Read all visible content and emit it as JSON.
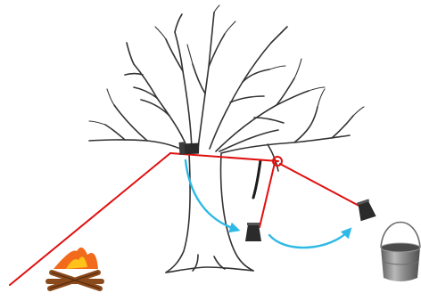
{
  "scene": {
    "objects": [
      {
        "id": "tree",
        "icon": "bare-tree-icon"
      },
      {
        "id": "campfire",
        "icon": "campfire-icon"
      },
      {
        "id": "bucket",
        "icon": "metal-bucket-icon"
      },
      {
        "id": "pulley",
        "icon": "pulley-wheel-icon"
      },
      {
        "id": "cup-on-branch",
        "icon": "cup-icon"
      },
      {
        "id": "cup-hanging",
        "icon": "cup-icon"
      },
      {
        "id": "cup-right",
        "icon": "cup-icon"
      }
    ],
    "colors": {
      "rope": "#e01010",
      "motion_arrow": "#2db8e6",
      "tree_outline": "#333333",
      "cup": "#2b2b2b",
      "fire_wood": "#8b4a1c",
      "flame_outer": "#f26b1d",
      "flame_inner": "#ffc21a",
      "bucket": "#8d8d8d"
    }
  }
}
